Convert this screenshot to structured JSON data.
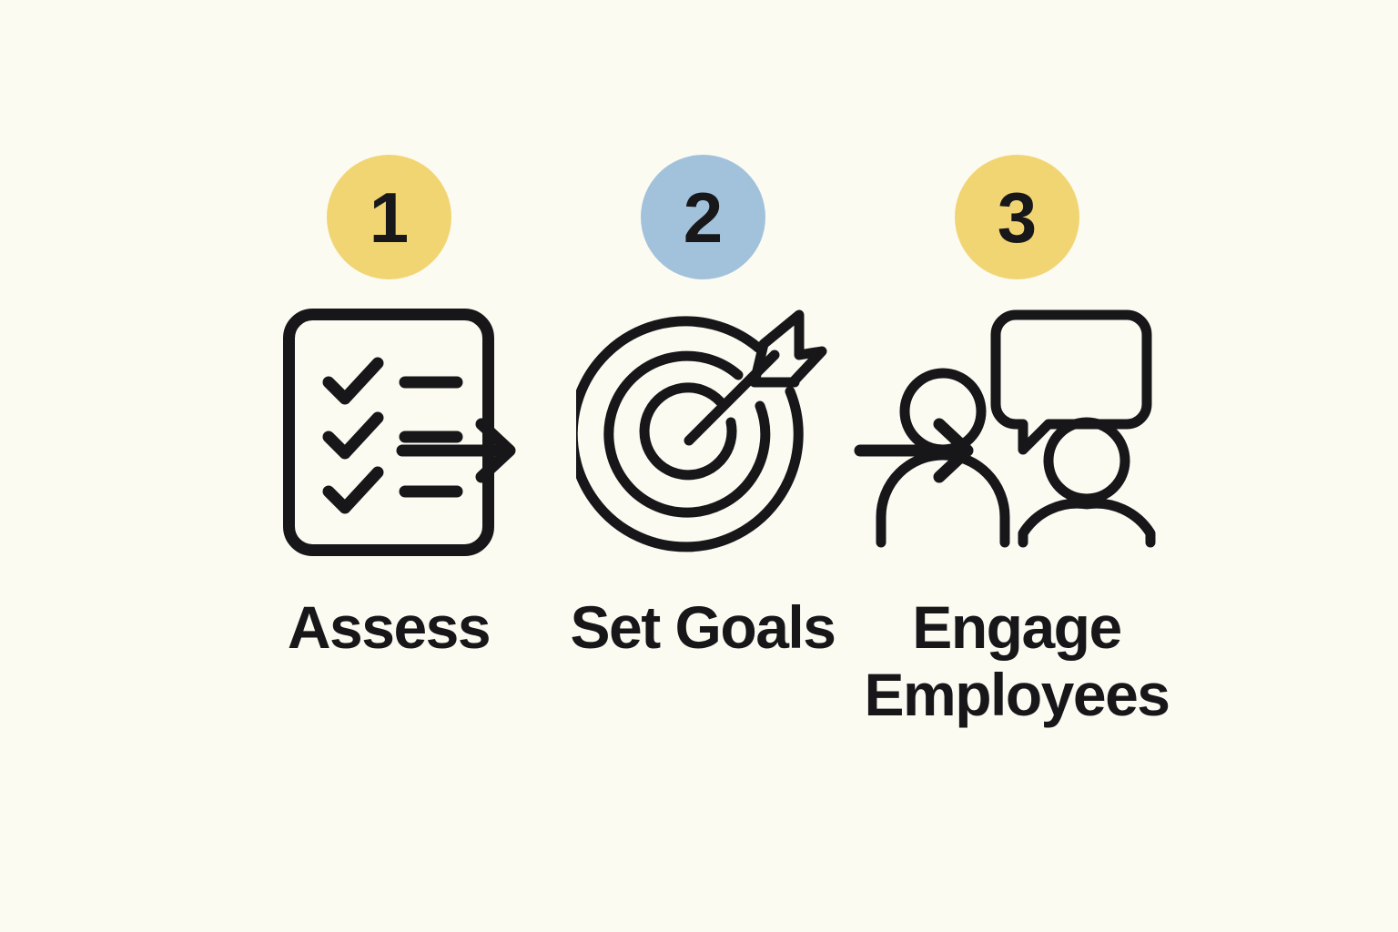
{
  "diagram": {
    "type": "process-flow",
    "background_color": "#FCFBF2",
    "stroke_color": "#17171A",
    "steps": [
      {
        "number": "1",
        "label": "Assess",
        "badge_color": "#F2D573",
        "icon": "checklist-icon"
      },
      {
        "number": "2",
        "label": "Set Goals",
        "badge_color": "#A2C2DB",
        "icon": "target-arrow-icon"
      },
      {
        "number": "3",
        "label": "Engage\nEmployees",
        "badge_color": "#F2D573",
        "icon": "people-speech-bubble-icon"
      }
    ],
    "connectors": [
      {
        "name": "arrow-right-icon",
        "from": "1",
        "to": "2"
      },
      {
        "name": "arrow-right-icon",
        "from": "2",
        "to": "3"
      }
    ]
  }
}
